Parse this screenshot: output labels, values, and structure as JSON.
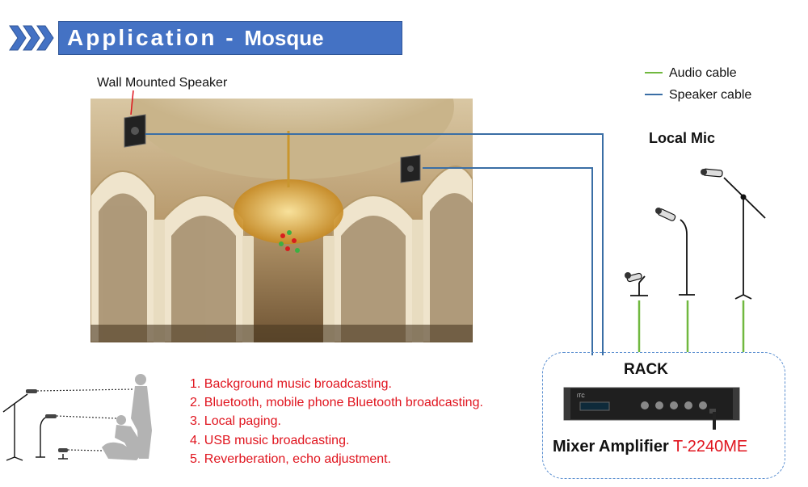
{
  "header": {
    "title_main": "Application - ",
    "title_sub": "Mosque"
  },
  "labels": {
    "wall_speaker": "Wall Mounted Speaker",
    "local_mic": "Local Mic",
    "rack": "RACK",
    "amp_name": "Mixer Amplifier",
    "amp_model": "T-2240ME"
  },
  "legend": [
    {
      "label": "Audio cable",
      "color": "#70b83f"
    },
    {
      "label": "Speaker cable",
      "color": "#3a6ea5"
    }
  ],
  "features": [
    "1. Background music broadcasting.",
    "2. Bluetooth, mobile phone Bluetooth broadcasting.",
    "3. Local paging.",
    "4. USB music broadcasting.",
    "5. Reverberation, echo adjustment."
  ],
  "device": {
    "brand": "ITC"
  }
}
